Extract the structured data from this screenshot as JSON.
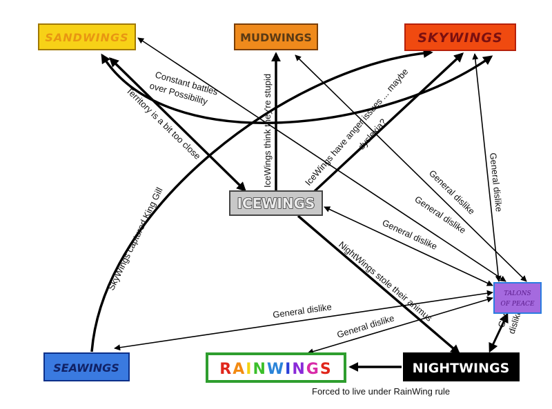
{
  "nodes": {
    "sandwings": {
      "label": "SANDWINGS",
      "fill": "#f7d117",
      "stroke": "#a07800",
      "text": "#e89612"
    },
    "mudwings": {
      "label": "MUDWINGS",
      "fill": "#ef8a1c",
      "stroke": "#7a3e05",
      "text": "#5a3a14"
    },
    "skywings": {
      "label": "SKYWINGS",
      "fill": "#f04a10",
      "stroke": "#b5200a",
      "text": "#7a1010"
    },
    "icewings": {
      "label": "ICEWINGS",
      "fill": "#c8c8c8",
      "stroke": "#444444",
      "text": "#eaeaea"
    },
    "talons": {
      "label_line1": "TALONS",
      "label_line2": "OF PEACE",
      "fill": "#a56adf",
      "stroke": "#2a7de0",
      "text": "#5a1b8a"
    },
    "seawings": {
      "label": "SEAWINGS",
      "fill": "#3a7ae0",
      "stroke": "#0c2f88",
      "text": "#112266"
    },
    "rainwings": {
      "label": "RAINWINGS",
      "fill": "#ffffff",
      "stroke": "#2e9e2e",
      "letter_colors": [
        "#e0261b",
        "#f28a12",
        "#f2d312",
        "#3bbf2a",
        "#2a84d8",
        "#2a3fd8",
        "#8a2ad8",
        "#d82aa8",
        "#e0261b"
      ]
    },
    "nightwings": {
      "label": "NIGHTWINGS",
      "fill": "#000000",
      "stroke": "#000000",
      "text": "#ffffff"
    }
  },
  "edges": {
    "territory": "Territory is a bit too close",
    "constant_battles": "Constant battles over Possibility",
    "constant_battles_line1": "Constant battles",
    "constant_battles_line2": "over Possibility",
    "icewings_stupid": "IceWings think they're stupid",
    "anger_issues": "IceWings have anger issues ... maybe dyslexia?",
    "anger_issues_line1": "IceWings have anger issues ... maybe",
    "anger_issues_line2": "dyslexia?",
    "skywings_captured": "SkyWings captured King Gill",
    "nightwings_stole": "NightWings stole their animus",
    "general_dislike": "General dislike",
    "forced_rule": "Forced to live under RainWing rule"
  }
}
